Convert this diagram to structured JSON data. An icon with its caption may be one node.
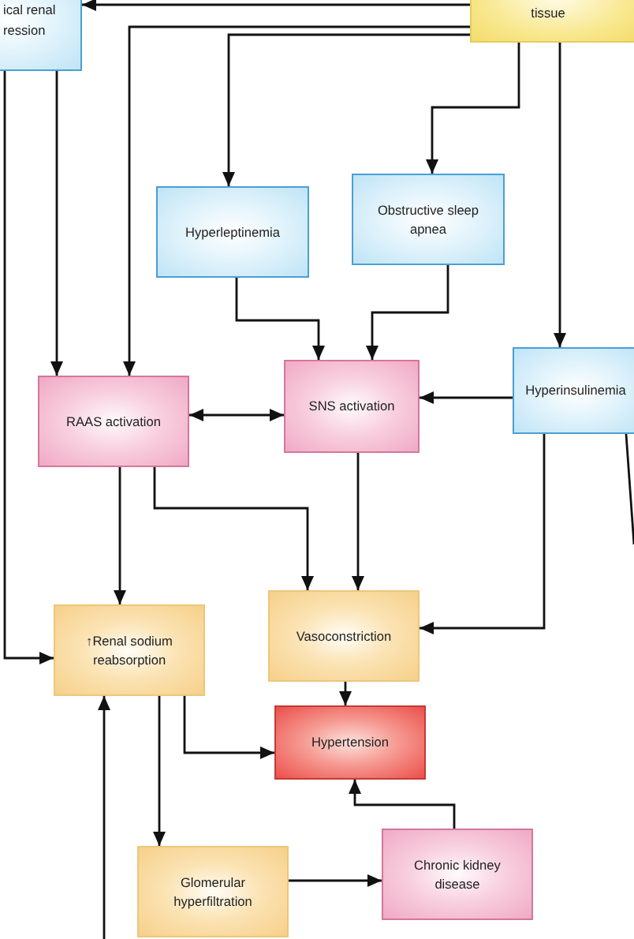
{
  "diagram": {
    "nodes": [
      {
        "text": [
          "ical renal ression"
        ]
      },
      {
        "text": [
          "tissue"
        ]
      },
      {
        "text": [
          "Hyperleptinemia"
        ]
      },
      {
        "text": [
          "Obstructive sleep apnea"
        ]
      },
      {
        "text": [
          "RAAS activation"
        ]
      },
      {
        "text": [
          "SNS activation"
        ]
      },
      {
        "text": [
          "Hyperinsulinemia"
        ]
      },
      {
        "text": [
          "↑Renal sodium reabsorption"
        ]
      },
      {
        "text": [
          "Vasoconstriction"
        ]
      },
      {
        "text": [
          "Hypertension"
        ]
      },
      {
        "text": [
          "Glomerular hyperfiltration"
        ]
      },
      {
        "text": [
          "Chronic kidney disease"
        ]
      }
    ],
    "edges": [
      {
        "from": 1,
        "to": 0,
        "arrow": "to"
      },
      {
        "from": 1,
        "to": 4,
        "arrow": "to"
      },
      {
        "from": 0,
        "to": 4,
        "arrow": "to"
      },
      {
        "from": 0,
        "to": 7,
        "arrow": "to"
      },
      {
        "from": 1,
        "to": 2,
        "arrow": "to"
      },
      {
        "from": 1,
        "to": 3,
        "arrow": "to"
      },
      {
        "from": 1,
        "to": 6,
        "arrow": "to"
      },
      {
        "from": 2,
        "to": 5,
        "arrow": "to"
      },
      {
        "from": 3,
        "to": 5,
        "arrow": "to"
      },
      {
        "from": 4,
        "to": 5,
        "arrow": "both"
      },
      {
        "from": 6,
        "to": 5,
        "arrow": "to"
      },
      {
        "from": 4,
        "to": 7,
        "arrow": "to"
      },
      {
        "from": 4,
        "to": 8,
        "arrow": "to"
      },
      {
        "from": 5,
        "to": 8,
        "arrow": "to"
      },
      {
        "from": 6,
        "to": 8,
        "arrow": "to"
      },
      {
        "from": 6,
        "to": null,
        "arrow": "none"
      },
      {
        "from": 8,
        "to": 9,
        "arrow": "to"
      },
      {
        "from": 7,
        "to": 9,
        "arrow": "to"
      },
      {
        "from": 7,
        "to": 10,
        "arrow": "to"
      },
      {
        "from": 10,
        "to": 11,
        "arrow": "to"
      },
      {
        "from": 11,
        "to": 9,
        "arrow": "to"
      },
      {
        "from": null,
        "to": 7,
        "arrow": "to"
      }
    ]
  }
}
